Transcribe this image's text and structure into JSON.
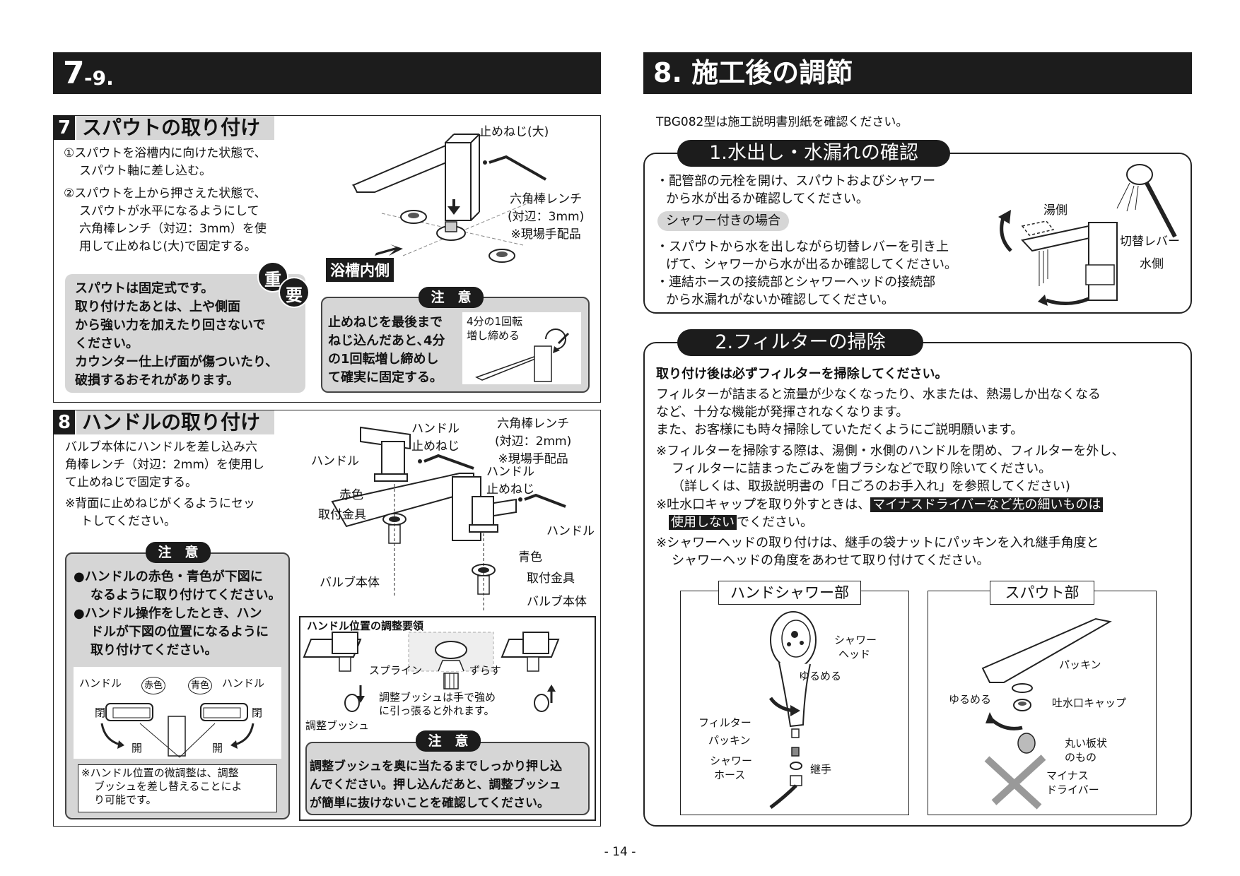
{
  "left": {
    "header_num": "7",
    "header_suffix": "-9.",
    "sec7": {
      "num": "7",
      "title": "スパウトの取り付け",
      "step1": [
        "①スパウトを浴槽内に向けた状態で、",
        "スパウト軸に差し込む。"
      ],
      "step2": [
        "②スパウトを上から押さえた状態で、",
        "スパウトが水平になるようにして",
        "六角棒レンチ（対辺：3mm）を使",
        "用して止めねじ(大)で固定する。"
      ],
      "important_badge": [
        "重",
        "要"
      ],
      "important_text": [
        "スパウトは固定式です。",
        "取り付けたあとは、上や側面",
        "から強い力を加えたり回さないで",
        "ください。",
        "カウンター仕上げ面が傷ついたり、",
        "破損するおそれがあります。"
      ],
      "label_screw_large": "止めねじ(大)",
      "label_wrench": [
        "六角棒レンチ",
        "(対辺：3mm)",
        "※現場手配品"
      ],
      "label_inside": "浴槽内側",
      "caution_title": "注　意",
      "caution_text": [
        "止めねじを最後まで",
        "ねじ込んだあと､4分",
        "の1回転増し締めし",
        "て確実に固定する。"
      ],
      "caution_fig_label": [
        "4分の1回転",
        "増し締める"
      ]
    },
    "sec8": {
      "num": "8",
      "title": "ハンドルの取り付け",
      "body": [
        "バルブ本体にハンドルを差し込み六",
        "角棒レンチ（対辺：2mm）を使用し",
        "て止めねじで固定する。"
      ],
      "note": [
        "※背面に止めねじがくるようにセッ",
        "トしてください。"
      ],
      "caution_title": "注　意",
      "caution_text": [
        "●ハンドルの赤色・青色が下図に",
        "なるように取り付けてください。",
        "●ハンドル操作をしたとき、ハン",
        "ドルが下図の位置になるように",
        "取り付けてください。"
      ],
      "fig_handle": "ハンドル",
      "fig_red": "赤色",
      "fig_blue": "青色",
      "fig_close": "閉",
      "fig_open": "開",
      "fine_adjust": [
        "※ハンドル位置の微調整は、調整",
        "ブッシュを差し替えることによ",
        "り可能です。"
      ],
      "labels": {
        "handle_screw_1": [
          "ハンドル",
          "止めねじ"
        ],
        "wrench": [
          "六角棒レンチ",
          "(対辺：2mm)",
          "※現場手配品"
        ],
        "handle_screw_2": [
          "ハンドル",
          "止めねじ"
        ],
        "handle_l": "ハンドル",
        "handle_r": "ハンドル",
        "red": "赤色",
        "blue": "青色",
        "mount_l": "取付金具",
        "mount_r": "取付金具",
        "valve_l": "バルブ本体",
        "valve_r": "バルブ本体"
      },
      "adjust": {
        "title": "ハンドル位置の調整要領",
        "spline": "スプライン",
        "shift": "ずらす",
        "bushing_note": [
          "調整ブッシュは手で強め",
          "に引っ張ると外れます。"
        ],
        "bushing": "調整ブッシュ",
        "caution_title": "注　意",
        "caution_text": [
          "調整ブッシュを奥に当たるまでしっかり押し込",
          "んでください。押し込んだあと、調整ブッシュ",
          "が簡単に抜けないことを確認してください。"
        ]
      }
    }
  },
  "right": {
    "header": "8. 施工後の調節",
    "intro": "TBG082型は施工説明書別紙を確認ください。",
    "box1": {
      "title": "1.水出し・水漏れの確認",
      "bullet1": [
        "・配管部の元栓を開け、スパウトおよびシャワー",
        "から水が出るか確認してください。"
      ],
      "shower_tag": "シャワー付きの場合",
      "bullet2": [
        "・スパウトから水を出しながら切替レバーを引き上",
        "げて、シャワーから水が出るか確認してください。"
      ],
      "bullet3": [
        "・連結ホースの接続部とシャワーヘッドの接続部",
        "から水漏れがないか確認してください。"
      ],
      "label_hot": "湯側",
      "label_lever": "切替レバー",
      "label_cold": "水側"
    },
    "box2": {
      "title": "2.フィルターの掃除",
      "lead": "取り付け後は必ずフィルターを掃除してください。",
      "p1": [
        "フィルターが詰まると流量が少なくなったり、水または、熱湯しか出なくなる",
        "など、十分な機能が発揮されなくなります。",
        "また、お客様にも時々掃除していただくようにご説明願います。"
      ],
      "n1": [
        "※フィルターを掃除する際は、湯側・水側のハンドルを閉め、フィルターを外し、",
        "フィルターに詰まったごみを歯ブラシなどで取り除いてください。",
        "（詳しくは、取扱説明書の「日ごろのお手入れ」を参照してください)"
      ],
      "n2_a": "※吐水口キャップを取り外すときは、",
      "n2_hl1": "マイナスドライバーなど先の細いものは",
      "n2_hl2": "使用しない",
      "n2_b": "でください。",
      "n3": [
        "※シャワーヘッドの取り付けは、継手の袋ナットにパッキンを入れ継手角度と",
        "シャワーヘッドの角度をあわせて取り付けてください。"
      ],
      "hand_title": "ハンドシャワー部",
      "hand": {
        "head": [
          "シャワー",
          "ヘッド"
        ],
        "loosen": "ゆるめる",
        "filter": "フィルター",
        "packing": "パッキン",
        "hose": [
          "シャワー",
          "ホース"
        ],
        "joint": "継手"
      },
      "spout_title": "スパウト部",
      "spout": {
        "packing": "パッキン",
        "loosen": "ゆるめる",
        "cap": "吐水口キャップ",
        "round": [
          "丸い板状",
          "のもの"
        ],
        "driver": [
          "マイナス",
          "ドライバー"
        ]
      }
    }
  },
  "page_number": "- 14 -"
}
